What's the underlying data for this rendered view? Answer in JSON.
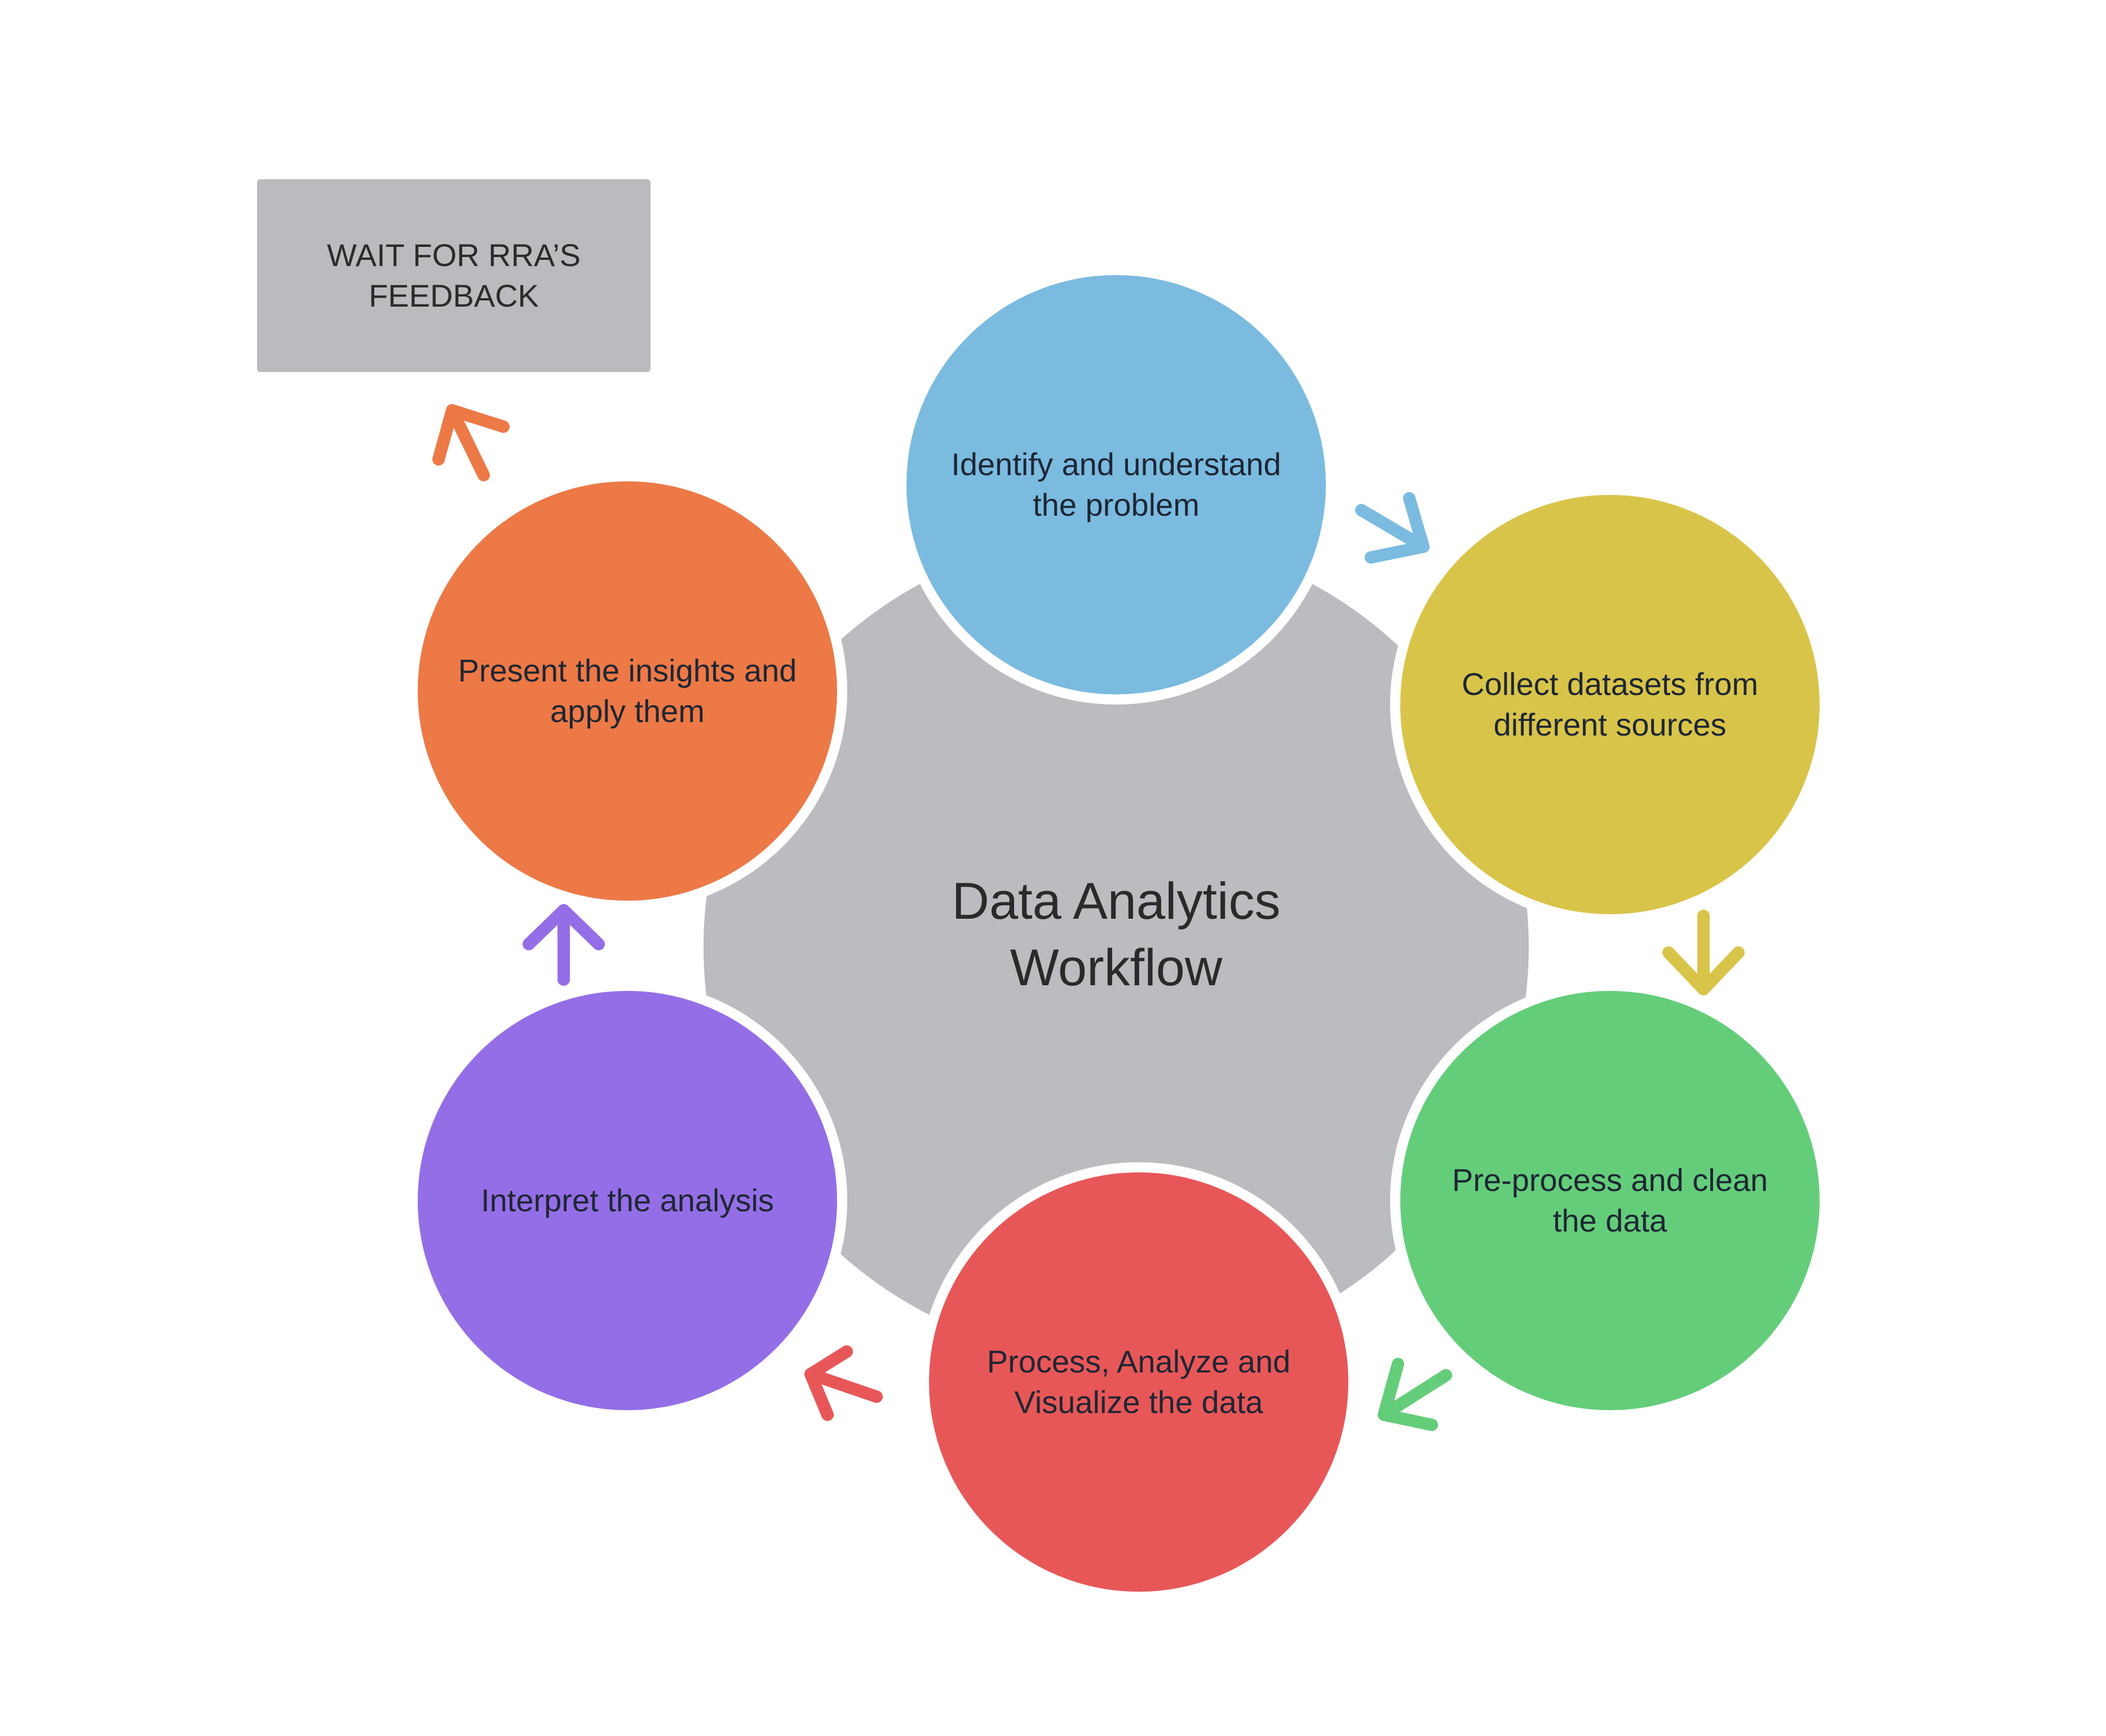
{
  "title": "Data Analytics\nWorkflow",
  "feedback": {
    "text": "WAIT FOR RRA’S\nFEEDBACK"
  },
  "steps": [
    {
      "label": "Identify and understand\nthe problem",
      "color": "#7bbbe0"
    },
    {
      "label": "Collect datasets from\ndifferent sources",
      "color": "#d9c44a"
    },
    {
      "label": "Pre-process and clean\nthe data",
      "color": "#64cd7a"
    },
    {
      "label": "Process, Analyze and\nVisualize the data",
      "color": "#e85758"
    },
    {
      "label": "Interpret the analysis",
      "color": "#946ee6"
    },
    {
      "label": "Present the insights and\napply them",
      "color": "#ec7946"
    }
  ],
  "colors": {
    "hub": "#bbbcc0",
    "ring": "#f6f6f6",
    "feedback_box": "#bbbbbf"
  },
  "icons": [
    "arrow-icon"
  ]
}
